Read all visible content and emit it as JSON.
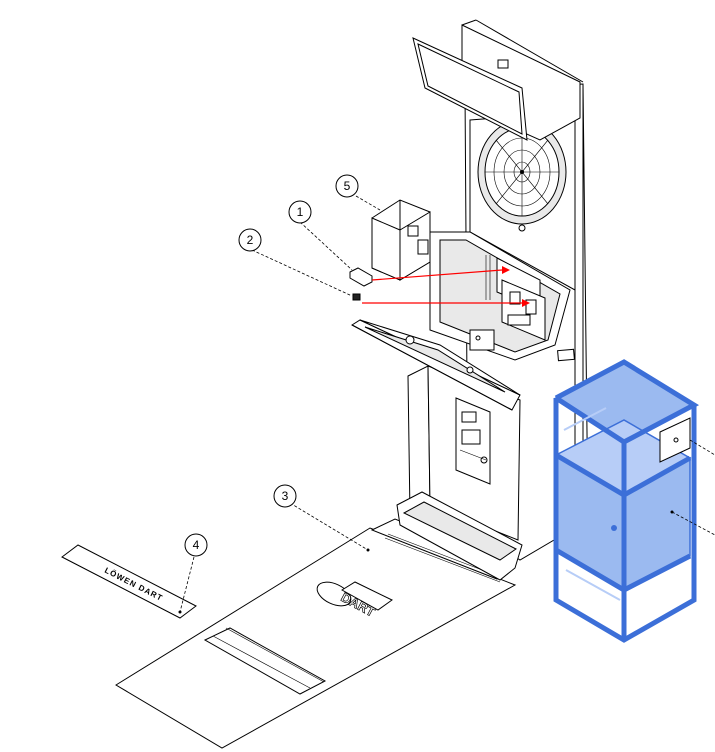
{
  "callouts": [
    {
      "number": "1"
    },
    {
      "number": "2"
    },
    {
      "number": "3"
    },
    {
      "number": "4"
    },
    {
      "number": "5"
    }
  ],
  "floor_sign": {
    "text": "LÖWEN DART"
  },
  "mat_logo": {
    "text": "DART"
  },
  "colors": {
    "highlight_blue": "#9bbaf0",
    "highlight_edge": "#3c6fd8",
    "arrow_red": "#ff0000"
  }
}
